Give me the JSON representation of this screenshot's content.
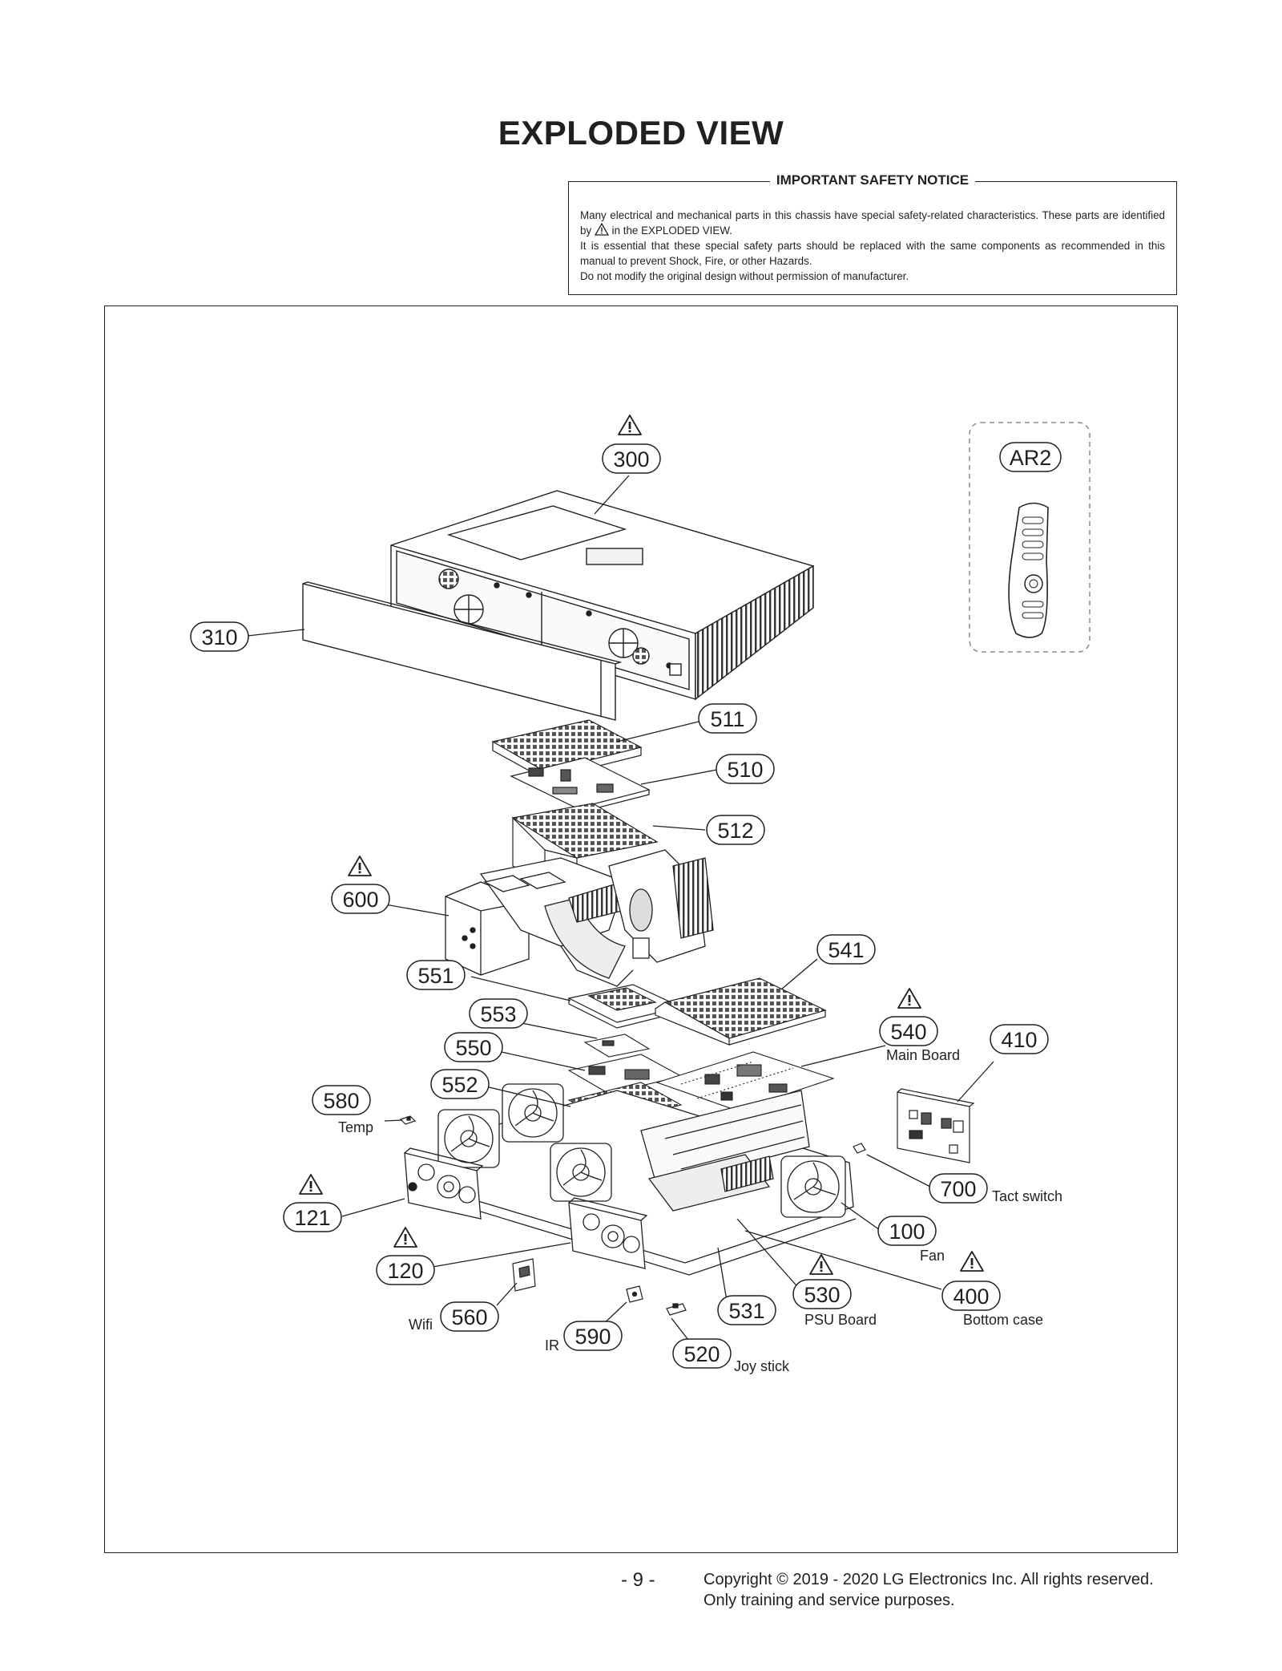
{
  "page_title": "EXPLODED VIEW",
  "notice": {
    "title": "IMPORTANT SAFETY NOTICE",
    "line1a": "Many electrical and mechanical parts in this chassis have special safety-related characteristics. These parts are identified by",
    "line1b": "in the EXPLODED VIEW.",
    "line2": "It is essential that these special safety parts should be replaced with the same components as recommended in this manual to prevent Shock, Fire, or other Hazards.",
    "line3": "Do not modify the original design without permission of manufacturer."
  },
  "parts": {
    "p300": "300",
    "p310": "310",
    "ar2": "AR2",
    "p511": "511",
    "p510": "510",
    "p512": "512",
    "p600": "600",
    "p541": "541",
    "p551": "551",
    "p553": "553",
    "p540": "540",
    "p550": "550",
    "p410": "410",
    "p552": "552",
    "p580": "580",
    "p700": "700",
    "p121": "121",
    "p100": "100",
    "p120": "120",
    "p400": "400",
    "p530": "530",
    "p531": "531",
    "p560": "560",
    "p590": "590",
    "p520": "520"
  },
  "captions": {
    "main_board": "Main Board",
    "temp": "Temp",
    "tact_switch": "Tact switch",
    "fan": "Fan",
    "psu_board": "PSU Board",
    "bottom_case": "Bottom case",
    "wifi": "Wifi",
    "ir": "IR",
    "joy_stick": "Joy stick"
  },
  "footer": {
    "page": "- 9 -",
    "copyright": "Copyright © 2019 - 2020 LG Electronics Inc. All rights reserved.",
    "purpose": "Only training and service purposes."
  }
}
